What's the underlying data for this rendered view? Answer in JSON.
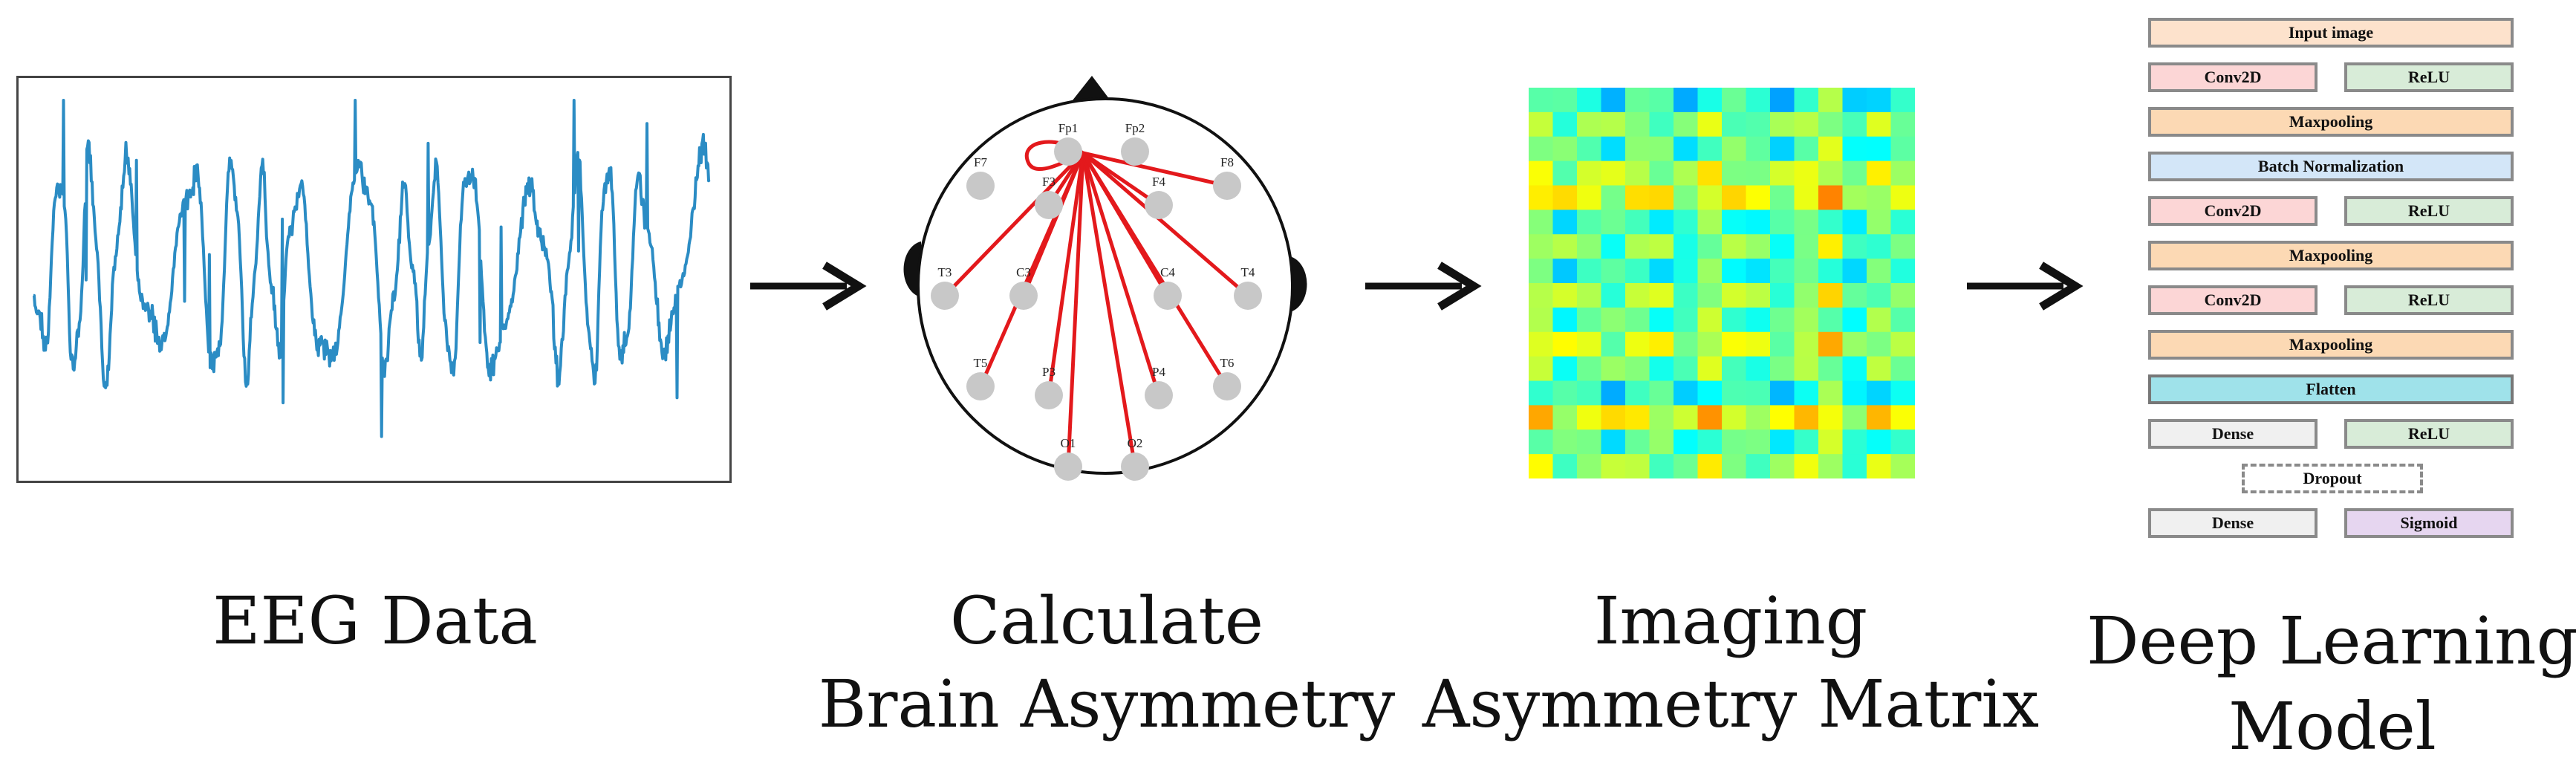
{
  "captions": {
    "eeg": [
      "EEG Data"
    ],
    "asym": [
      "Calculate",
      "Brain Asymmetry"
    ],
    "imaging": [
      "Imaging",
      "Asymmetry Matrix"
    ],
    "model": [
      "Deep Learning",
      "Model"
    ]
  },
  "electrodes": [
    "Fp1",
    "Fp2",
    "F7",
    "F3",
    "F4",
    "F8",
    "T3",
    "C3",
    "C4",
    "T4",
    "T5",
    "P3",
    "P4",
    "T6",
    "O1",
    "O2"
  ],
  "model_layers": [
    {
      "left": "Input image",
      "type": "input",
      "full": true
    },
    {
      "left": "Conv2D",
      "right": "ReLU",
      "type": "conv"
    },
    {
      "left": "Maxpooling",
      "type": "pool",
      "full": true
    },
    {
      "left": "Batch Normalization",
      "type": "bn",
      "full": true
    },
    {
      "left": "Conv2D",
      "right": "ReLU",
      "type": "conv"
    },
    {
      "left": "Maxpooling",
      "type": "pool",
      "full": true
    },
    {
      "left": "Conv2D",
      "right": "ReLU",
      "type": "conv"
    },
    {
      "left": "Maxpooling",
      "type": "pool",
      "full": true
    },
    {
      "left": "Flatten",
      "type": "flatten",
      "full": true
    },
    {
      "left": "Dense",
      "right": "ReLU",
      "type": "dense"
    },
    {
      "left": "Dropout",
      "type": "dropout",
      "center": true
    },
    {
      "left": "Dense",
      "right": "Sigmoid",
      "type": "dense_sigmoid"
    }
  ],
  "colors": {
    "signal": "#2b8cc4",
    "connection": "#e3191c",
    "electrode": "#c8c8c8",
    "arrow": "#111111"
  }
}
